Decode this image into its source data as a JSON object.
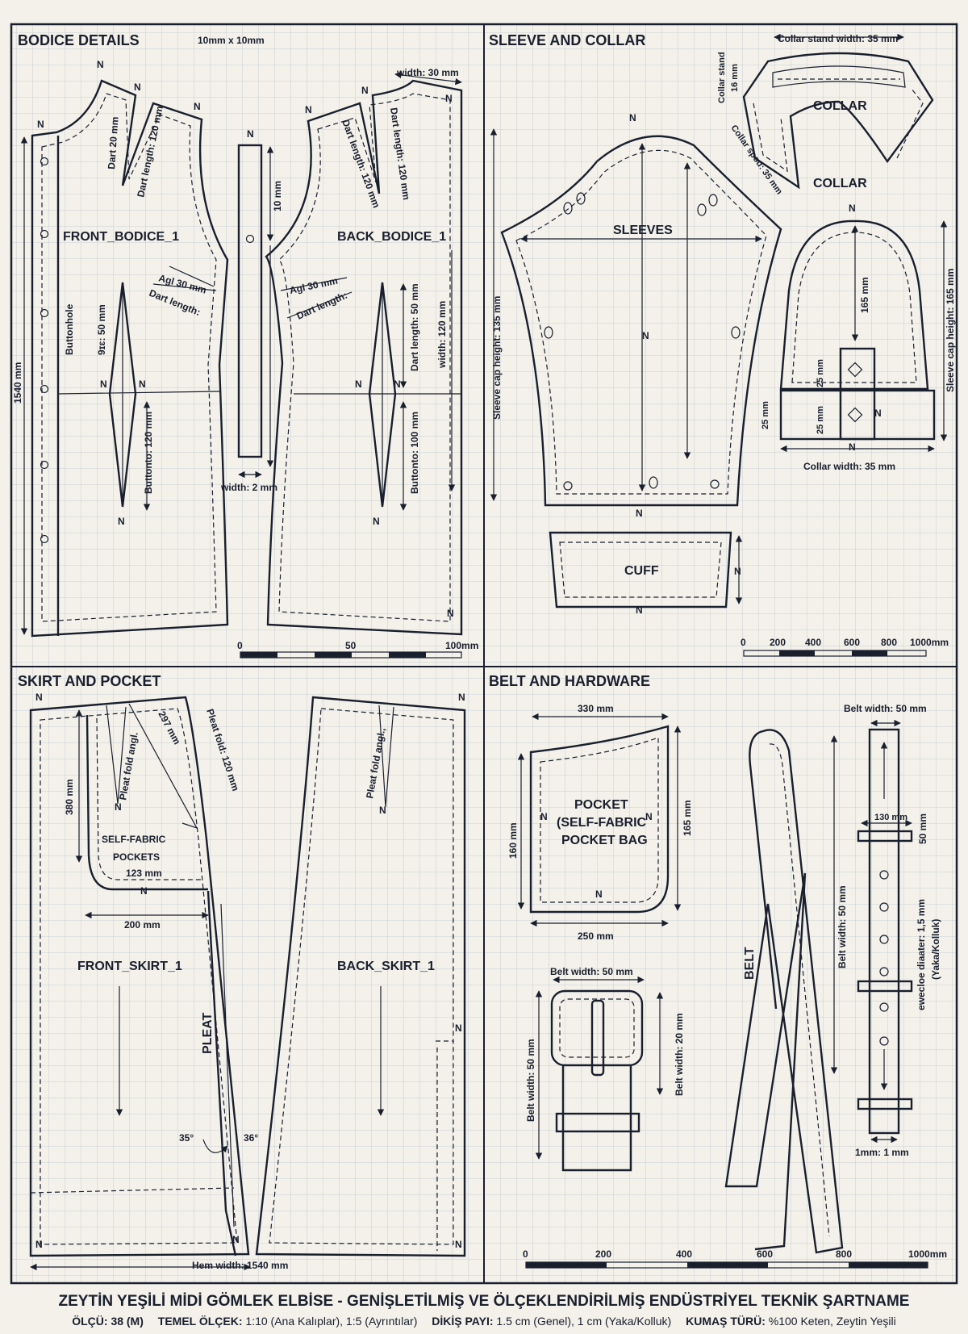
{
  "sections": {
    "bodice": {
      "title": "BODICE DETAILS",
      "grid_note": "10mm x 10mm",
      "front_label": "FRONT_BODICE_1",
      "back_label": "BACK_BODICE_1",
      "buttonhole": "Buttonhole",
      "length_1540": "1540 mm",
      "dart_20": "Dart 20 mm",
      "dart_len_120": "Dart length: 120 mm",
      "agl_30": "Agl 30 mm",
      "dart_length": "Dart length:",
      "dart_50_left": "9ɪɛ: 50 mm",
      "buttonto_120": "Buttonto: 120 mm",
      "mm_10": "10 mm",
      "width_2": "width: 2 mm",
      "width_30": "width: 30 mm",
      "dart_len_50": "Dart length: 50 mm",
      "width_120": "width: 120 mm",
      "button_100": "Buttonto: 100 mm",
      "scale": [
        "0",
        "50",
        "100mm"
      ]
    },
    "sleeve": {
      "title": "SLEEVE AND COLLAR",
      "sleeves": "SLEEVES",
      "collar": "COLLAR",
      "collar2": "COLLAR",
      "cuff": "CUFF",
      "collar_stand_width": "Collar stand width: 35 mm",
      "collar_stand": "Collar stand",
      "collar_16": "16 mm",
      "collar_spod": "Collar spod: 35 mm",
      "sleeve_cap_135": "Sleeve cap height: 135 mm",
      "sleeve_cap_165": "Sleeve cap height: 165 mm",
      "mm_165": "165 mm",
      "mm_25": "25 mm",
      "collar_width": "Collar width: 35 mm",
      "scale": [
        "0",
        "200",
        "400",
        "600",
        "800",
        "1000mm"
      ]
    },
    "skirt": {
      "title": "SKIRT AND POCKET",
      "front_label": "FRONT_SKIRT_1",
      "back_label": "BACK_SKIRT_1",
      "pockets": [
        "SELF-FABRIC",
        "POCKETS"
      ],
      "pleat": "PLEAT",
      "pleat_fold_angle": "Pleat fold angl.",
      "pleat_fold_angle_back": "Pleat fold angl.,",
      "pleat_fold_120": "Pleat fold: 120 mm",
      "mm_297": "297 mm",
      "mm_380": "380 mm",
      "mm_123": "123 mm",
      "mm_200": "200 mm",
      "deg_35": "35°",
      "deg_36": "36°",
      "hem_width": "Hem width: 1540 mm"
    },
    "belt": {
      "title": "BELT AND HARDWARE",
      "pocket_lines": [
        "POCKET",
        "(SELF-FABRIC",
        "POCKET BAG"
      ],
      "mm_330": "330 mm",
      "mm_160": "160 mm",
      "mm_165": "165 mm",
      "mm_250": "250 mm",
      "belt": "BELT",
      "belt_width_50": "Belt width: 50 mm",
      "belt_width_20": "Belt width: 20 mm",
      "mm_130": "130 mm",
      "mm_50": "50 mm",
      "eyelet": "ewecloe diaater: 1,5 mm",
      "yaka": "(Yaka/Kolluk)",
      "mm_1": "1mm: 1 mm",
      "scale": [
        "0",
        "200",
        "400",
        "600",
        "800",
        "1000mm"
      ]
    }
  },
  "notch": "N",
  "footer": {
    "title": "ZEYTİN YEŞİLİ MİDİ GÖMLEK ELBİSE - GENİŞLETİLMİŞ VE ÖLÇEKLENDİRİLMİŞ ENDÜSTRİYEL TEKNİK ŞARTNAME",
    "size_label": "ÖLÇÜ:",
    "size_value": "38 (M)",
    "scale_label": "TEMEL ÖLÇEK:",
    "scale_value": "1:10 (Ana Kalıplar), 1:5 (Ayrıntılar)",
    "seam_label": "DİKİŞ PAYI:",
    "seam_value": "1.5 cm (Genel), 1 cm (Yaka/Kolluk)",
    "fabric_label": "KUMAŞ TÜRÜ:",
    "fabric_value": "%100 Keten, Zeytin Yeşili"
  },
  "colors": {
    "ink": "#1a1f2e",
    "paper": "#f3f1ea",
    "grid": "#b9c4cf"
  }
}
